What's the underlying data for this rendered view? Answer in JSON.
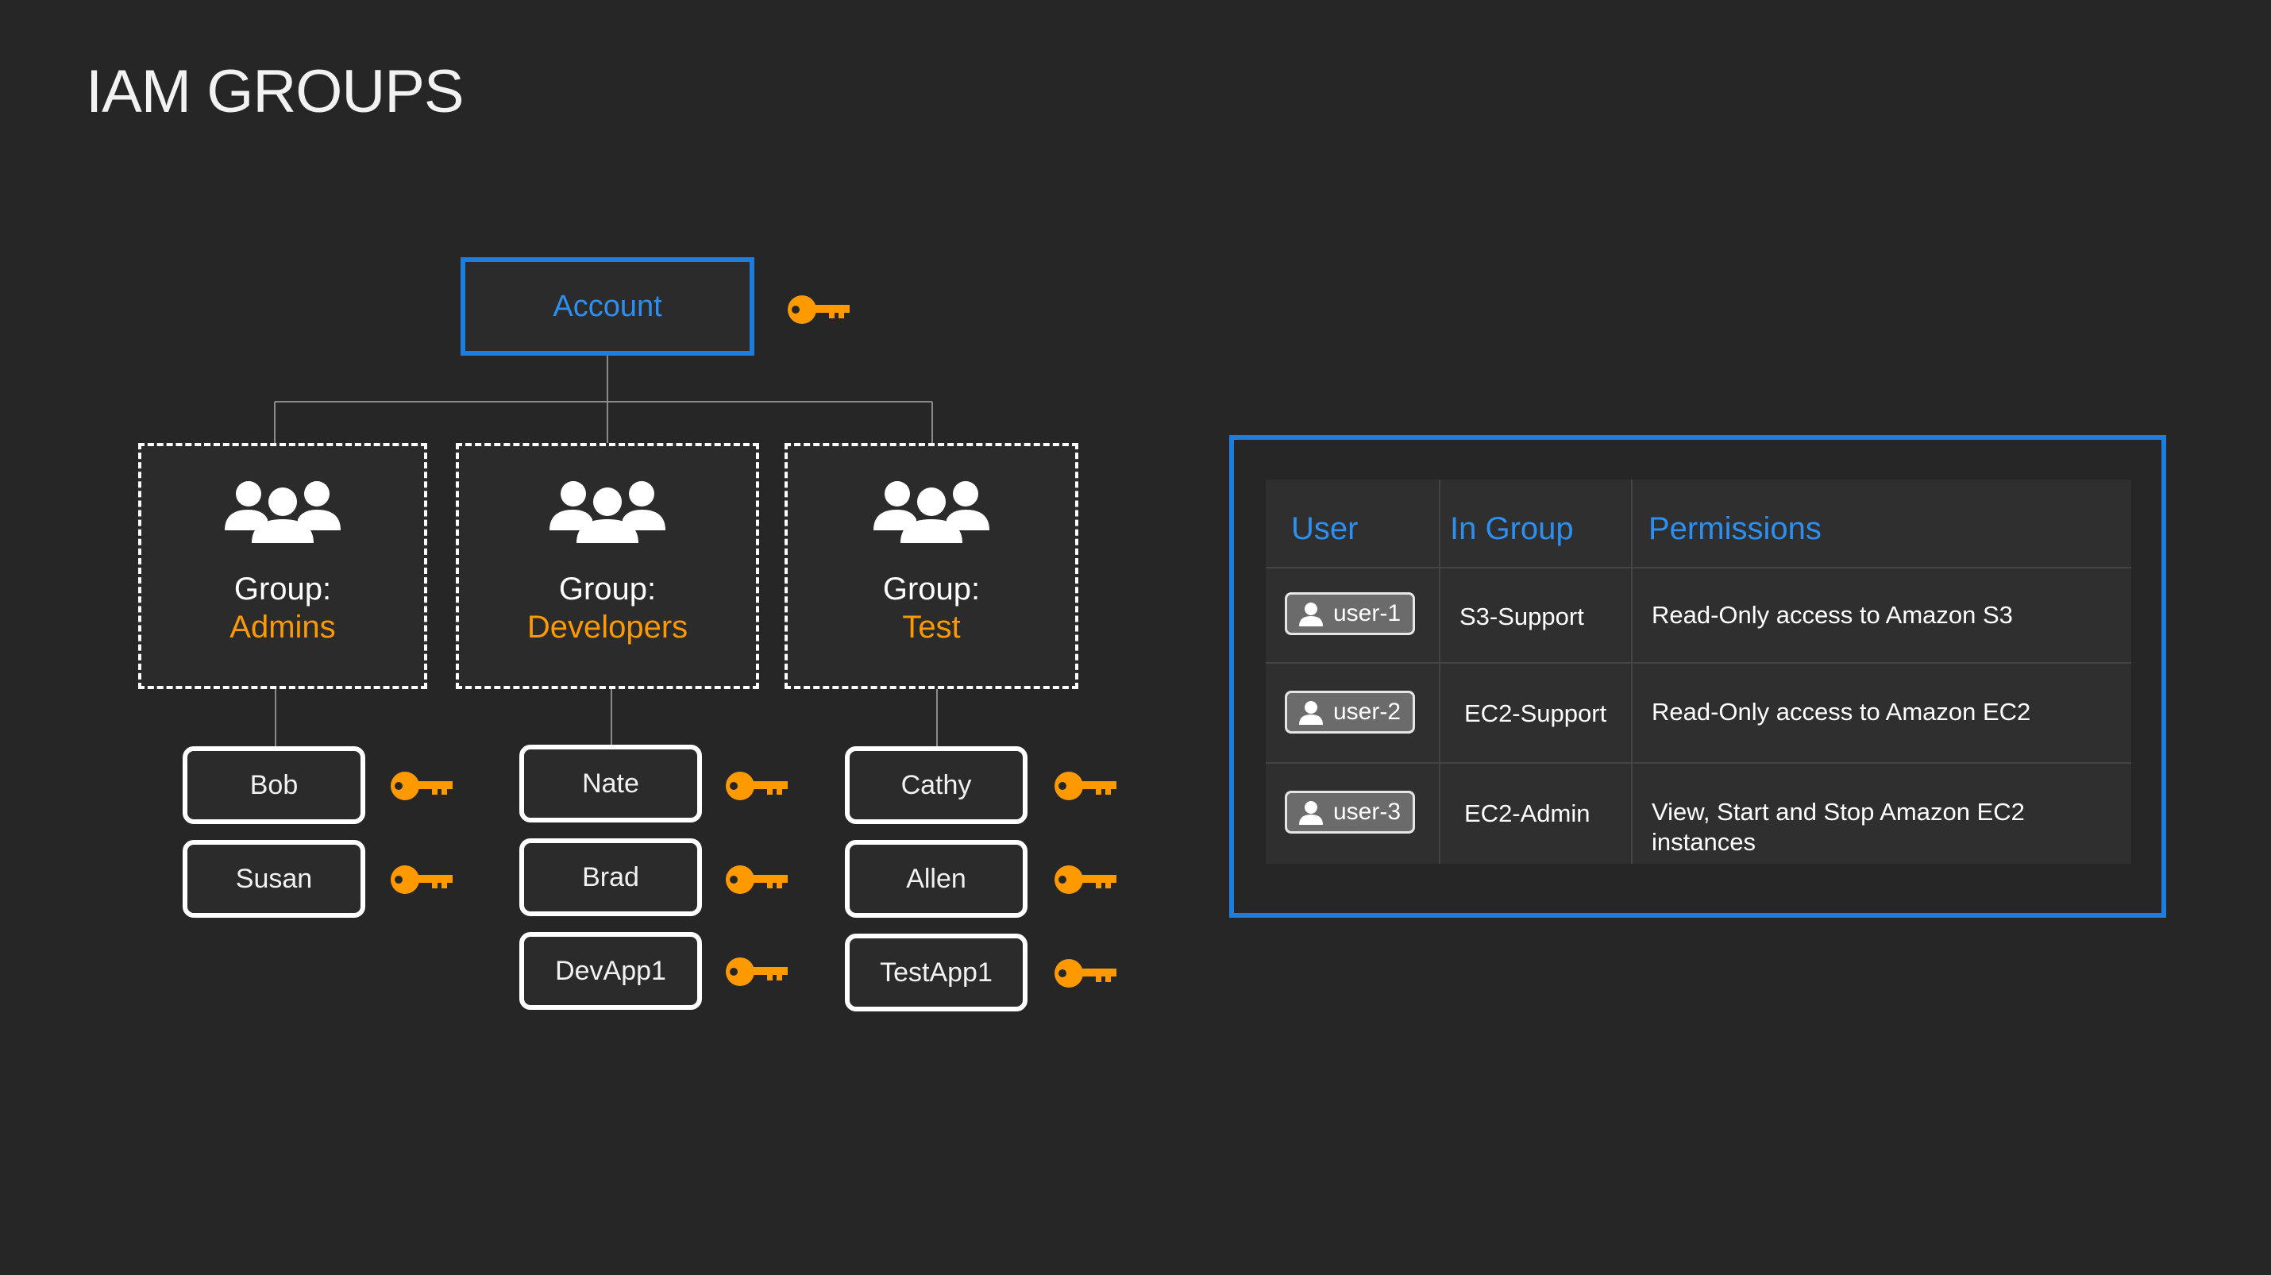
{
  "title": "IAM GROUPS",
  "account": {
    "label": "Account"
  },
  "groups": [
    {
      "prefix": "Group:",
      "name": "Admins",
      "users": [
        "Bob",
        "Susan"
      ]
    },
    {
      "prefix": "Group:",
      "name": "Developers",
      "users": [
        "Nate",
        "Brad",
        "DevApp1"
      ]
    },
    {
      "prefix": "Group:",
      "name": "Test",
      "users": [
        "Cathy",
        "Allen",
        "TestApp1"
      ]
    }
  ],
  "table": {
    "headers": [
      "User",
      "In Group",
      "Permissions"
    ],
    "rows": [
      {
        "user": "user-1",
        "group": "S3-Support",
        "permissions": "Read-Only access to Amazon S3"
      },
      {
        "user": "user-2",
        "group": "EC2-Support",
        "permissions": "Read-Only access to Amazon EC2"
      },
      {
        "user": "user-3",
        "group": "EC2-Admin",
        "permissions": "View, Start and Stop Amazon EC2 instances"
      }
    ]
  },
  "icons": {
    "key": "key-icon",
    "group": "group-users-icon",
    "user": "user-icon"
  },
  "colors": {
    "background": "#262626",
    "accent_blue": "#1e7ee0",
    "key_orange": "#ff9900",
    "group_name": "#ff9900"
  }
}
